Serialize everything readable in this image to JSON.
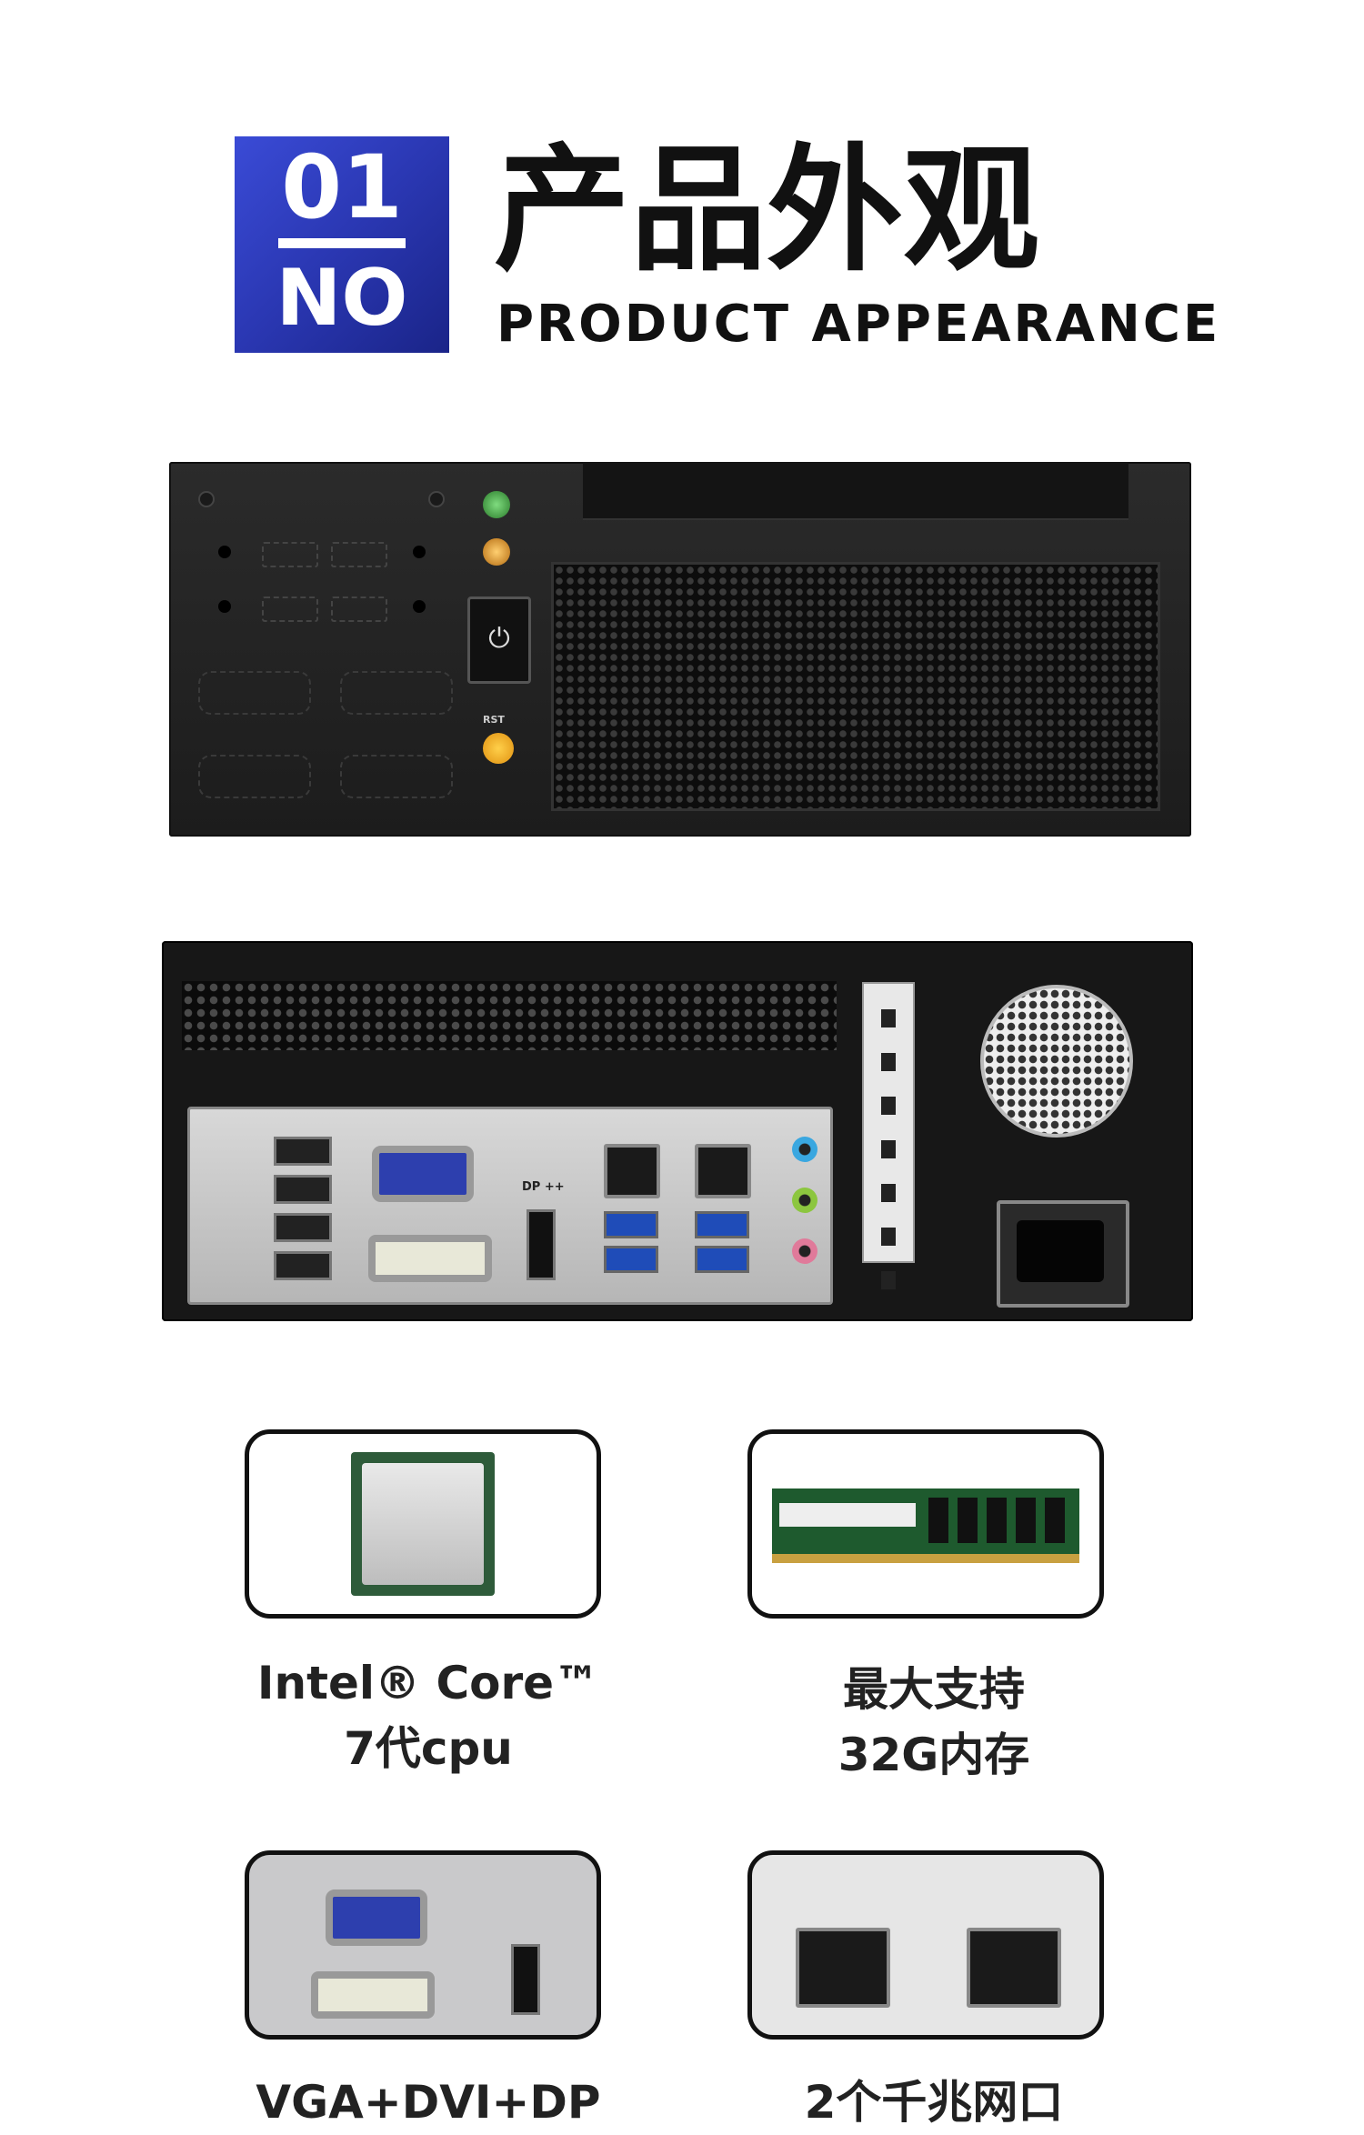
{
  "header": {
    "number": "01",
    "no": "NO",
    "title_cn": "产品外观",
    "title_en": "PRODUCT APPEARANCE"
  },
  "front_panel": {
    "rst_label": "RST"
  },
  "rear_panel": {
    "dp_label": "DP ++"
  },
  "features": [
    {
      "label_line1": "Intel® Core™",
      "label_line2": "7代cpu"
    },
    {
      "label_line1": "最大支持",
      "label_line2": "32G内存"
    },
    {
      "label_line1": "VGA+DVI+DP",
      "label_line2": ""
    },
    {
      "label_line1": "2个千兆网口",
      "label_line2": ""
    }
  ],
  "colors": {
    "badge": "#2a37b2",
    "text": "#111111",
    "chassis": "#1c1c1c"
  }
}
